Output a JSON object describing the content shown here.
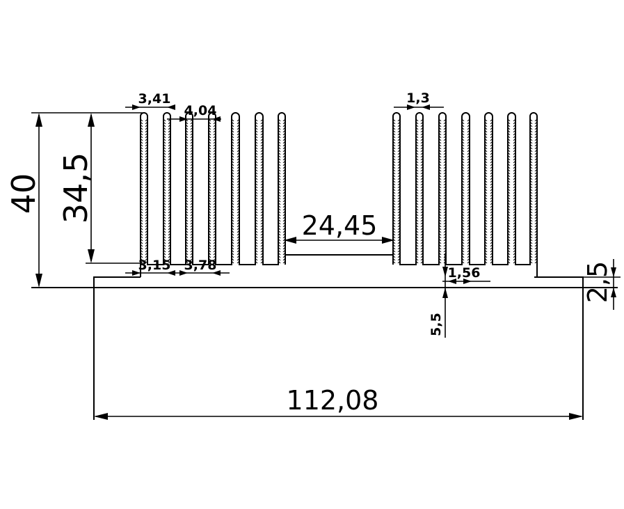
{
  "diagram": {
    "title": "",
    "stroke_color": "#000000",
    "background_color": "#ffffff",
    "dimensions": {
      "total_height": "40",
      "fin_height": "34,5",
      "total_width": "112,08",
      "center_gap": "24,45",
      "base_thickness": "5,5",
      "right_step": "2,5",
      "fin_pitch_top": "3,41",
      "fin_gap_top": "4,04",
      "fin_pitch_bottom": "3,15",
      "fin_gap_bottom": "3,78",
      "fin_tip_width": "1,3",
      "fin_root_width": "1,56"
    }
  }
}
